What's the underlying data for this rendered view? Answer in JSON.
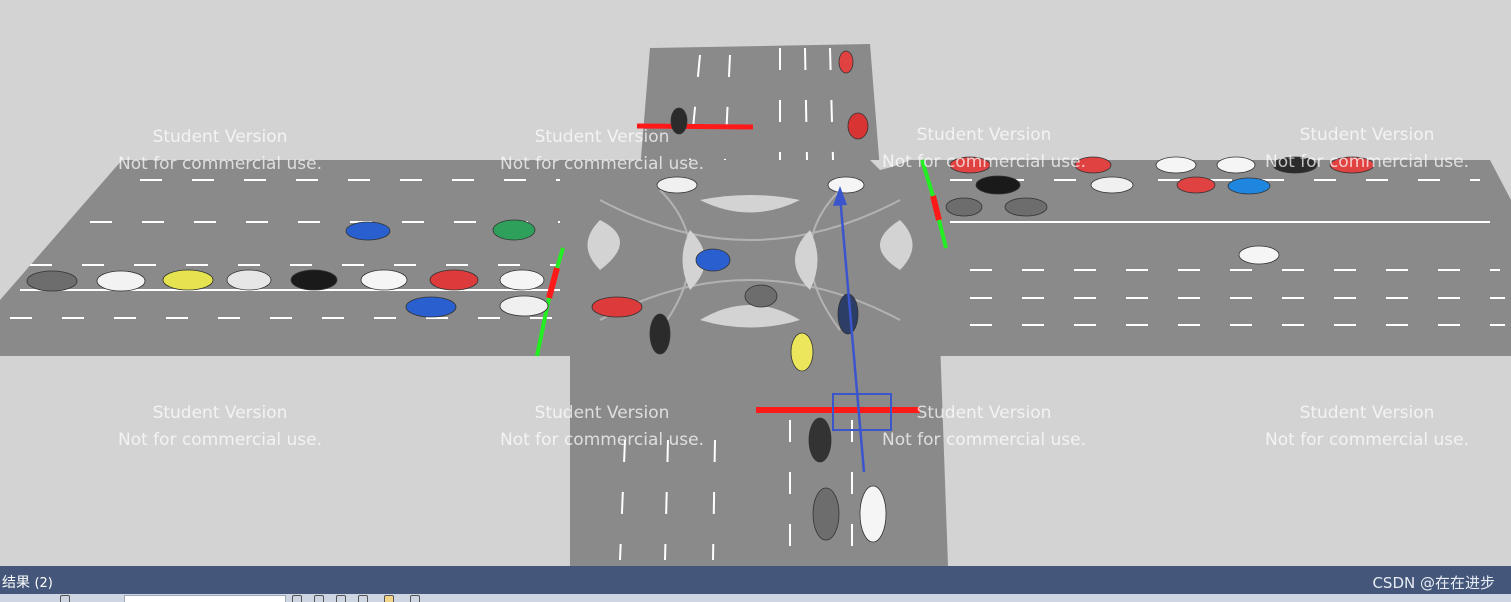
{
  "watermark": {
    "line1": "Student Version",
    "line2": "Not for commercial use."
  },
  "results_panel": {
    "title": "结果",
    "count": "(2)"
  },
  "credit": "CSDN @在在进步",
  "colors": {
    "background": "#d3d3d3",
    "road": "#8a8a8a",
    "lane_marking": "#ffffff",
    "signal_red": "#ff1a1a",
    "signal_green": "#22ee22",
    "selection": "#3b55cc",
    "results_bar": "#44577a"
  },
  "signals": [
    {
      "approach": "north",
      "state": "red"
    },
    {
      "approach": "west",
      "state": "green"
    },
    {
      "approach": "east",
      "state": "green"
    },
    {
      "approach": "south",
      "state": "red"
    }
  ]
}
